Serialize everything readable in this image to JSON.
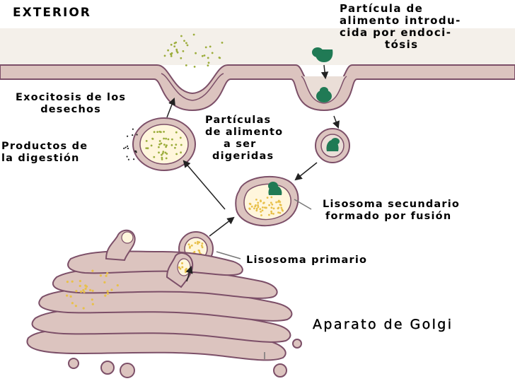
{
  "labels": {
    "exterior": "EXTERIOR",
    "endocytosis_particle": [
      "Partícula de",
      "alimento introdu-",
      "cida por endoci-",
      "tósis"
    ],
    "exocytosis": [
      "Exocitosis de los",
      "desechos"
    ],
    "digestion_products": [
      "Productos de",
      "la digestión"
    ],
    "food_particles": [
      "Partículas",
      "de alimento",
      "a ser",
      "digeridas"
    ],
    "secondary_lysosome": [
      "Lisosoma secundario",
      "formado por fusión"
    ],
    "primary_lysosome": "Lisosoma primario",
    "golgi": "Aparato de Golgi"
  },
  "colors": {
    "membrane_pink": "#dcc4bf",
    "membrane_outline": "#7c4f68",
    "vesicle_inner": "#fff6dc",
    "dots": "#e8c04a",
    "extracellular_dots": "#9cad3c",
    "food_particle": "#207a55",
    "outer_strip": "#f0ebe4"
  }
}
